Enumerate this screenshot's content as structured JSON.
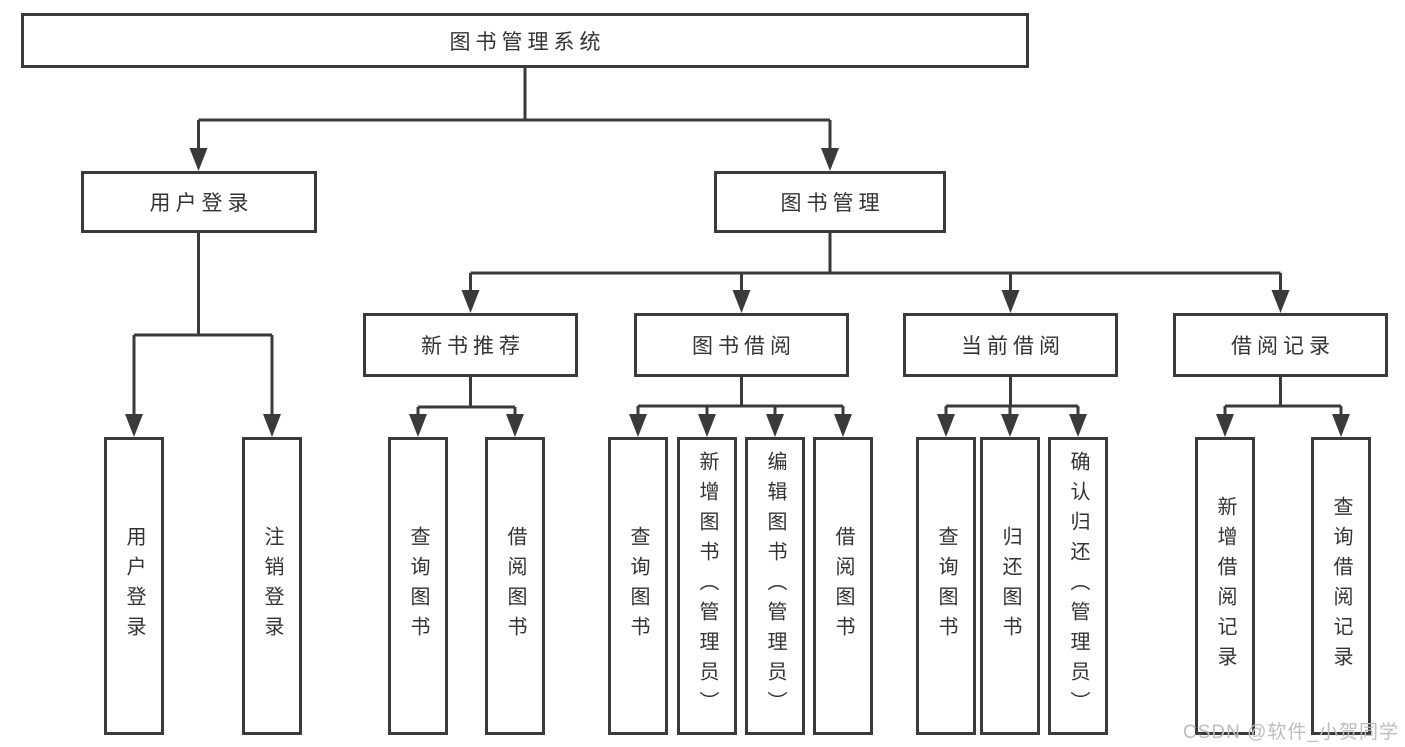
{
  "tree": {
    "label": "图书管理系统",
    "children": [
      {
        "label": "用户登录",
        "children": [
          {
            "label": "用户登录"
          },
          {
            "label": "注销登录"
          }
        ]
      },
      {
        "label": "图书管理",
        "children": [
          {
            "label": "新书推荐",
            "children": [
              {
                "label": "查询图书"
              },
              {
                "label": "借阅图书"
              }
            ]
          },
          {
            "label": "图书借阅",
            "children": [
              {
                "label": "查询图书"
              },
              {
                "label": "新增图书（管理员）"
              },
              {
                "label": "编辑图书（管理员）"
              },
              {
                "label": "借阅图书"
              }
            ]
          },
          {
            "label": "当前借阅",
            "children": [
              {
                "label": "查询图书"
              },
              {
                "label": "归还图书"
              },
              {
                "label": "确认归还（管理员）"
              }
            ]
          },
          {
            "label": "借阅记录",
            "children": [
              {
                "label": "新增借阅记录"
              },
              {
                "label": "查询借阅记录"
              }
            ]
          }
        ]
      }
    ]
  },
  "watermark": {
    "text": "CSDN @软件_小贺同学"
  },
  "colors": {
    "line": "#3a3a3a",
    "text": "#333333",
    "background": "#ffffff",
    "watermark": "#bdbdbd"
  }
}
